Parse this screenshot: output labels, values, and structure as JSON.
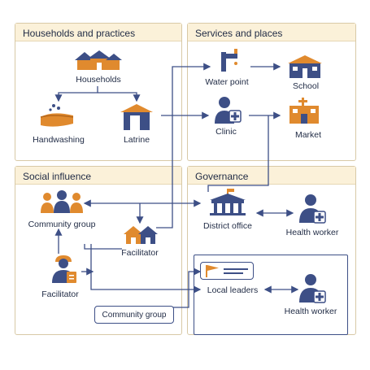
{
  "panels": {
    "households": {
      "title": "Households and practices"
    },
    "services": {
      "title": "Services and places"
    },
    "social": {
      "title": "Social influence"
    },
    "governance": {
      "title": "Governance"
    }
  },
  "nodes": {
    "households": "Households",
    "handwashing": "Handwashing",
    "latrine": "Latrine",
    "water_point": "Water point",
    "school": "School",
    "clinic": "Clinic",
    "market": "Market",
    "community_group_top": "Community group",
    "facilitator_center": "Facilitator",
    "facilitator_left": "Facilitator",
    "community_group_bottom": "Community group",
    "district_office": "District office",
    "health_worker_top": "Health worker",
    "local_leaders": "Local leaders",
    "health_worker_bottom": "Health worker"
  },
  "colors": {
    "navy": "#3d4f86",
    "orange": "#e08a2e",
    "panel_border": "#d8c9a6",
    "panel_header": "#fbf1d9"
  },
  "icons": [
    "houses-icon",
    "handwashing-icon",
    "latrine-icon",
    "water-tap-icon",
    "school-icon",
    "doctor-icon",
    "market-icon",
    "people-group-icon",
    "village-icon",
    "facilitator-icon",
    "government-building-icon",
    "health-worker-icon",
    "flag-board-icon"
  ]
}
